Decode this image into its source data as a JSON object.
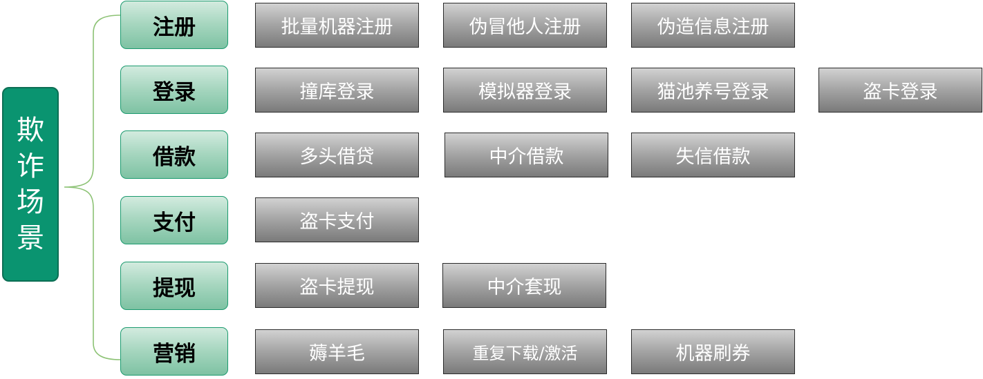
{
  "root": {
    "label": "欺诈场景",
    "fill": "#0a9470"
  },
  "connector_color": "#8cc274",
  "categories": [
    {
      "label": "注册",
      "items": [
        "批量机器注册",
        "伪冒他人注册",
        "伪造信息注册"
      ]
    },
    {
      "label": "登录",
      "items": [
        "撞库登录",
        "模拟器登录",
        "猫池养号登录",
        "盗卡登录"
      ]
    },
    {
      "label": "借款",
      "items": [
        "多头借贷",
        "中介借款",
        "失信借款"
      ]
    },
    {
      "label": "支付",
      "items": [
        "盗卡支付"
      ]
    },
    {
      "label": "提现",
      "items": [
        "盗卡提现",
        "中介套现"
      ]
    },
    {
      "label": "营销",
      "items": [
        "薅羊毛",
        "重复下载/激活",
        "机器刷券"
      ]
    }
  ]
}
